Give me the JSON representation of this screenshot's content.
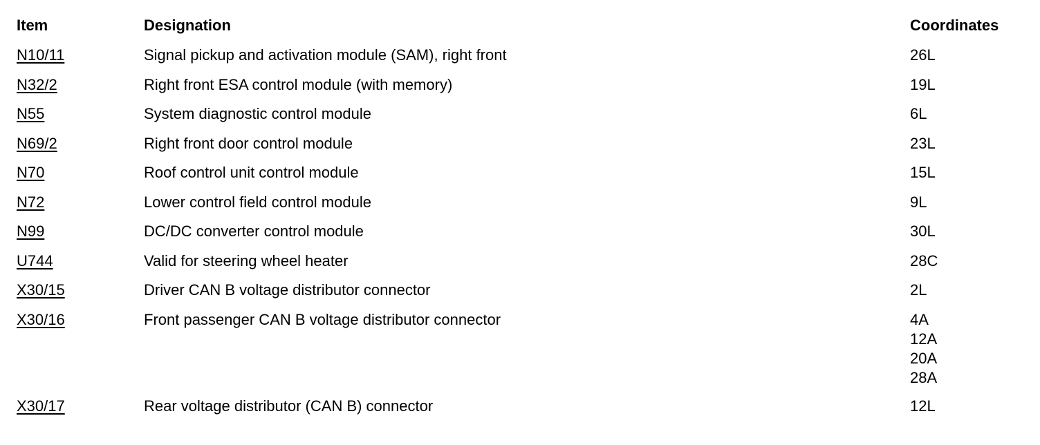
{
  "header": {
    "item": "Item",
    "designation": "Designation",
    "coordinates": "Coordinates"
  },
  "rows": [
    {
      "item": "N10/11",
      "designation": "Signal pickup and activation module (SAM), right front",
      "coordinates": [
        "26L"
      ]
    },
    {
      "item": "N32/2",
      "designation": "Right front ESA control module (with memory)",
      "coordinates": [
        "19L"
      ]
    },
    {
      "item": "N55",
      "designation": "System diagnostic control module",
      "coordinates": [
        "6L"
      ]
    },
    {
      "item": "N69/2",
      "designation": "Right front door control module",
      "coordinates": [
        "23L"
      ]
    },
    {
      "item": "N70",
      "designation": "Roof control unit control module",
      "coordinates": [
        "15L"
      ]
    },
    {
      "item": "N72",
      "designation": "Lower control field control module",
      "coordinates": [
        "9L"
      ]
    },
    {
      "item": "N99",
      "designation": "DC/DC converter control module",
      "coordinates": [
        "30L"
      ]
    },
    {
      "item": "U744",
      "designation": "Valid for steering wheel heater",
      "coordinates": [
        "28C"
      ]
    },
    {
      "item": "X30/15",
      "designation": "Driver CAN B voltage distributor connector",
      "coordinates": [
        "2L"
      ]
    },
    {
      "item": "X30/16",
      "designation": "Front passenger CAN B voltage distributor connector",
      "coordinates": [
        "4A",
        "12A",
        "20A",
        "28A"
      ]
    },
    {
      "item": "X30/17",
      "designation": "Rear voltage distributor (CAN B) connector",
      "coordinates": [
        "12L"
      ]
    }
  ]
}
